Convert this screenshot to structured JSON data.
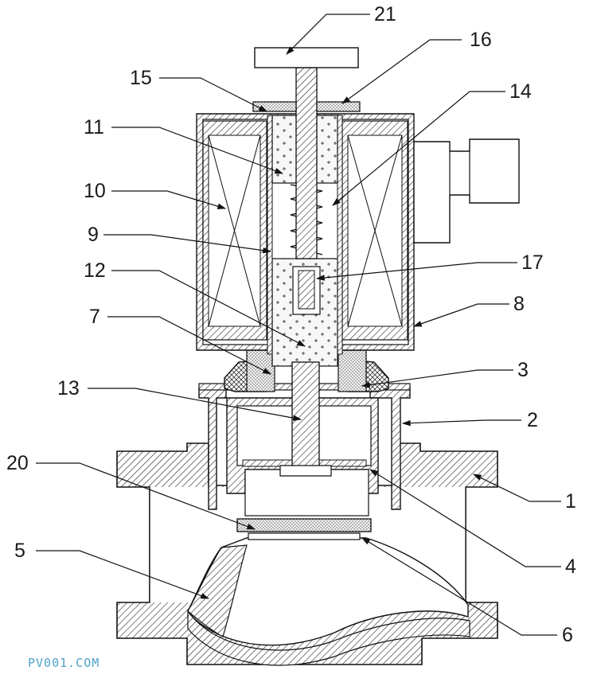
{
  "diagram": {
    "part_numbers": {
      "p1": "1",
      "p2": "2",
      "p3": "3",
      "p4": "4",
      "p5": "5",
      "p6": "6",
      "p7": "7",
      "p8": "8",
      "p9": "9",
      "p10": "10",
      "p11": "11",
      "p12": "12",
      "p13": "13",
      "p14": "14",
      "p15": "15",
      "p16": "16",
      "p17": "17",
      "p20": "20",
      "p21": "21"
    },
    "watermark": "PV001.COM"
  }
}
